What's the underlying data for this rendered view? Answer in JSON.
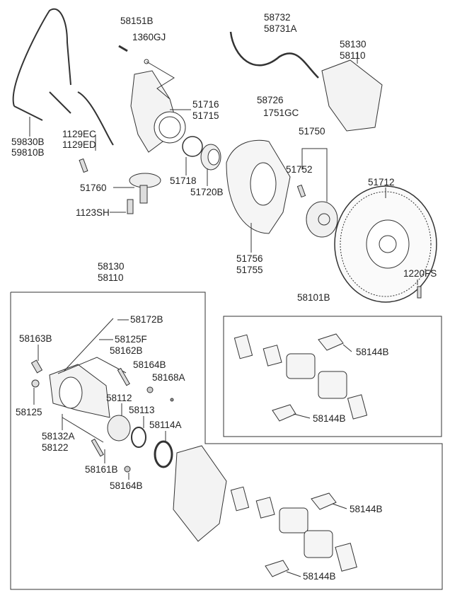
{
  "labels": {
    "l58151B": "58151B",
    "l1360GJ": "1360GJ",
    "l58732": "58732",
    "l58731A": "58731A",
    "l58130a": "58130",
    "l58110a": "58110",
    "l51716": "51716",
    "l51715": "51715",
    "l58726": "58726",
    "l1751GC": "1751GC",
    "l51750": "51750",
    "l1129EC": "1129EC",
    "l1129ED": "1129ED",
    "l59830B": "59830B",
    "l59810B": "59810B",
    "l51752": "51752",
    "l51712": "51712",
    "l51718": "51718",
    "l51720B": "51720B",
    "l51760": "51760",
    "l1123SH": "1123SH",
    "l51756": "51756",
    "l51755": "51755",
    "l58130b": "58130",
    "l58110b": "58110",
    "l1220FS": "1220FS",
    "l58101B": "58101B",
    "l58172B": "58172B",
    "l58163B": "58163B",
    "l58125F": "58125F",
    "l58162B": "58162B",
    "l58144B_1": "58144B",
    "l58164B_1": "58164B",
    "l58168A": "58168A",
    "l58112": "58112",
    "l58113": "58113",
    "l58125": "58125",
    "l58114A": "58114A",
    "l58144B_2": "58144B",
    "l58132A": "58132A",
    "l58122": "58122",
    "l58161B": "58161B",
    "l58164B_2": "58164B",
    "l58144B_3": "58144B",
    "l58144B_4": "58144B"
  }
}
